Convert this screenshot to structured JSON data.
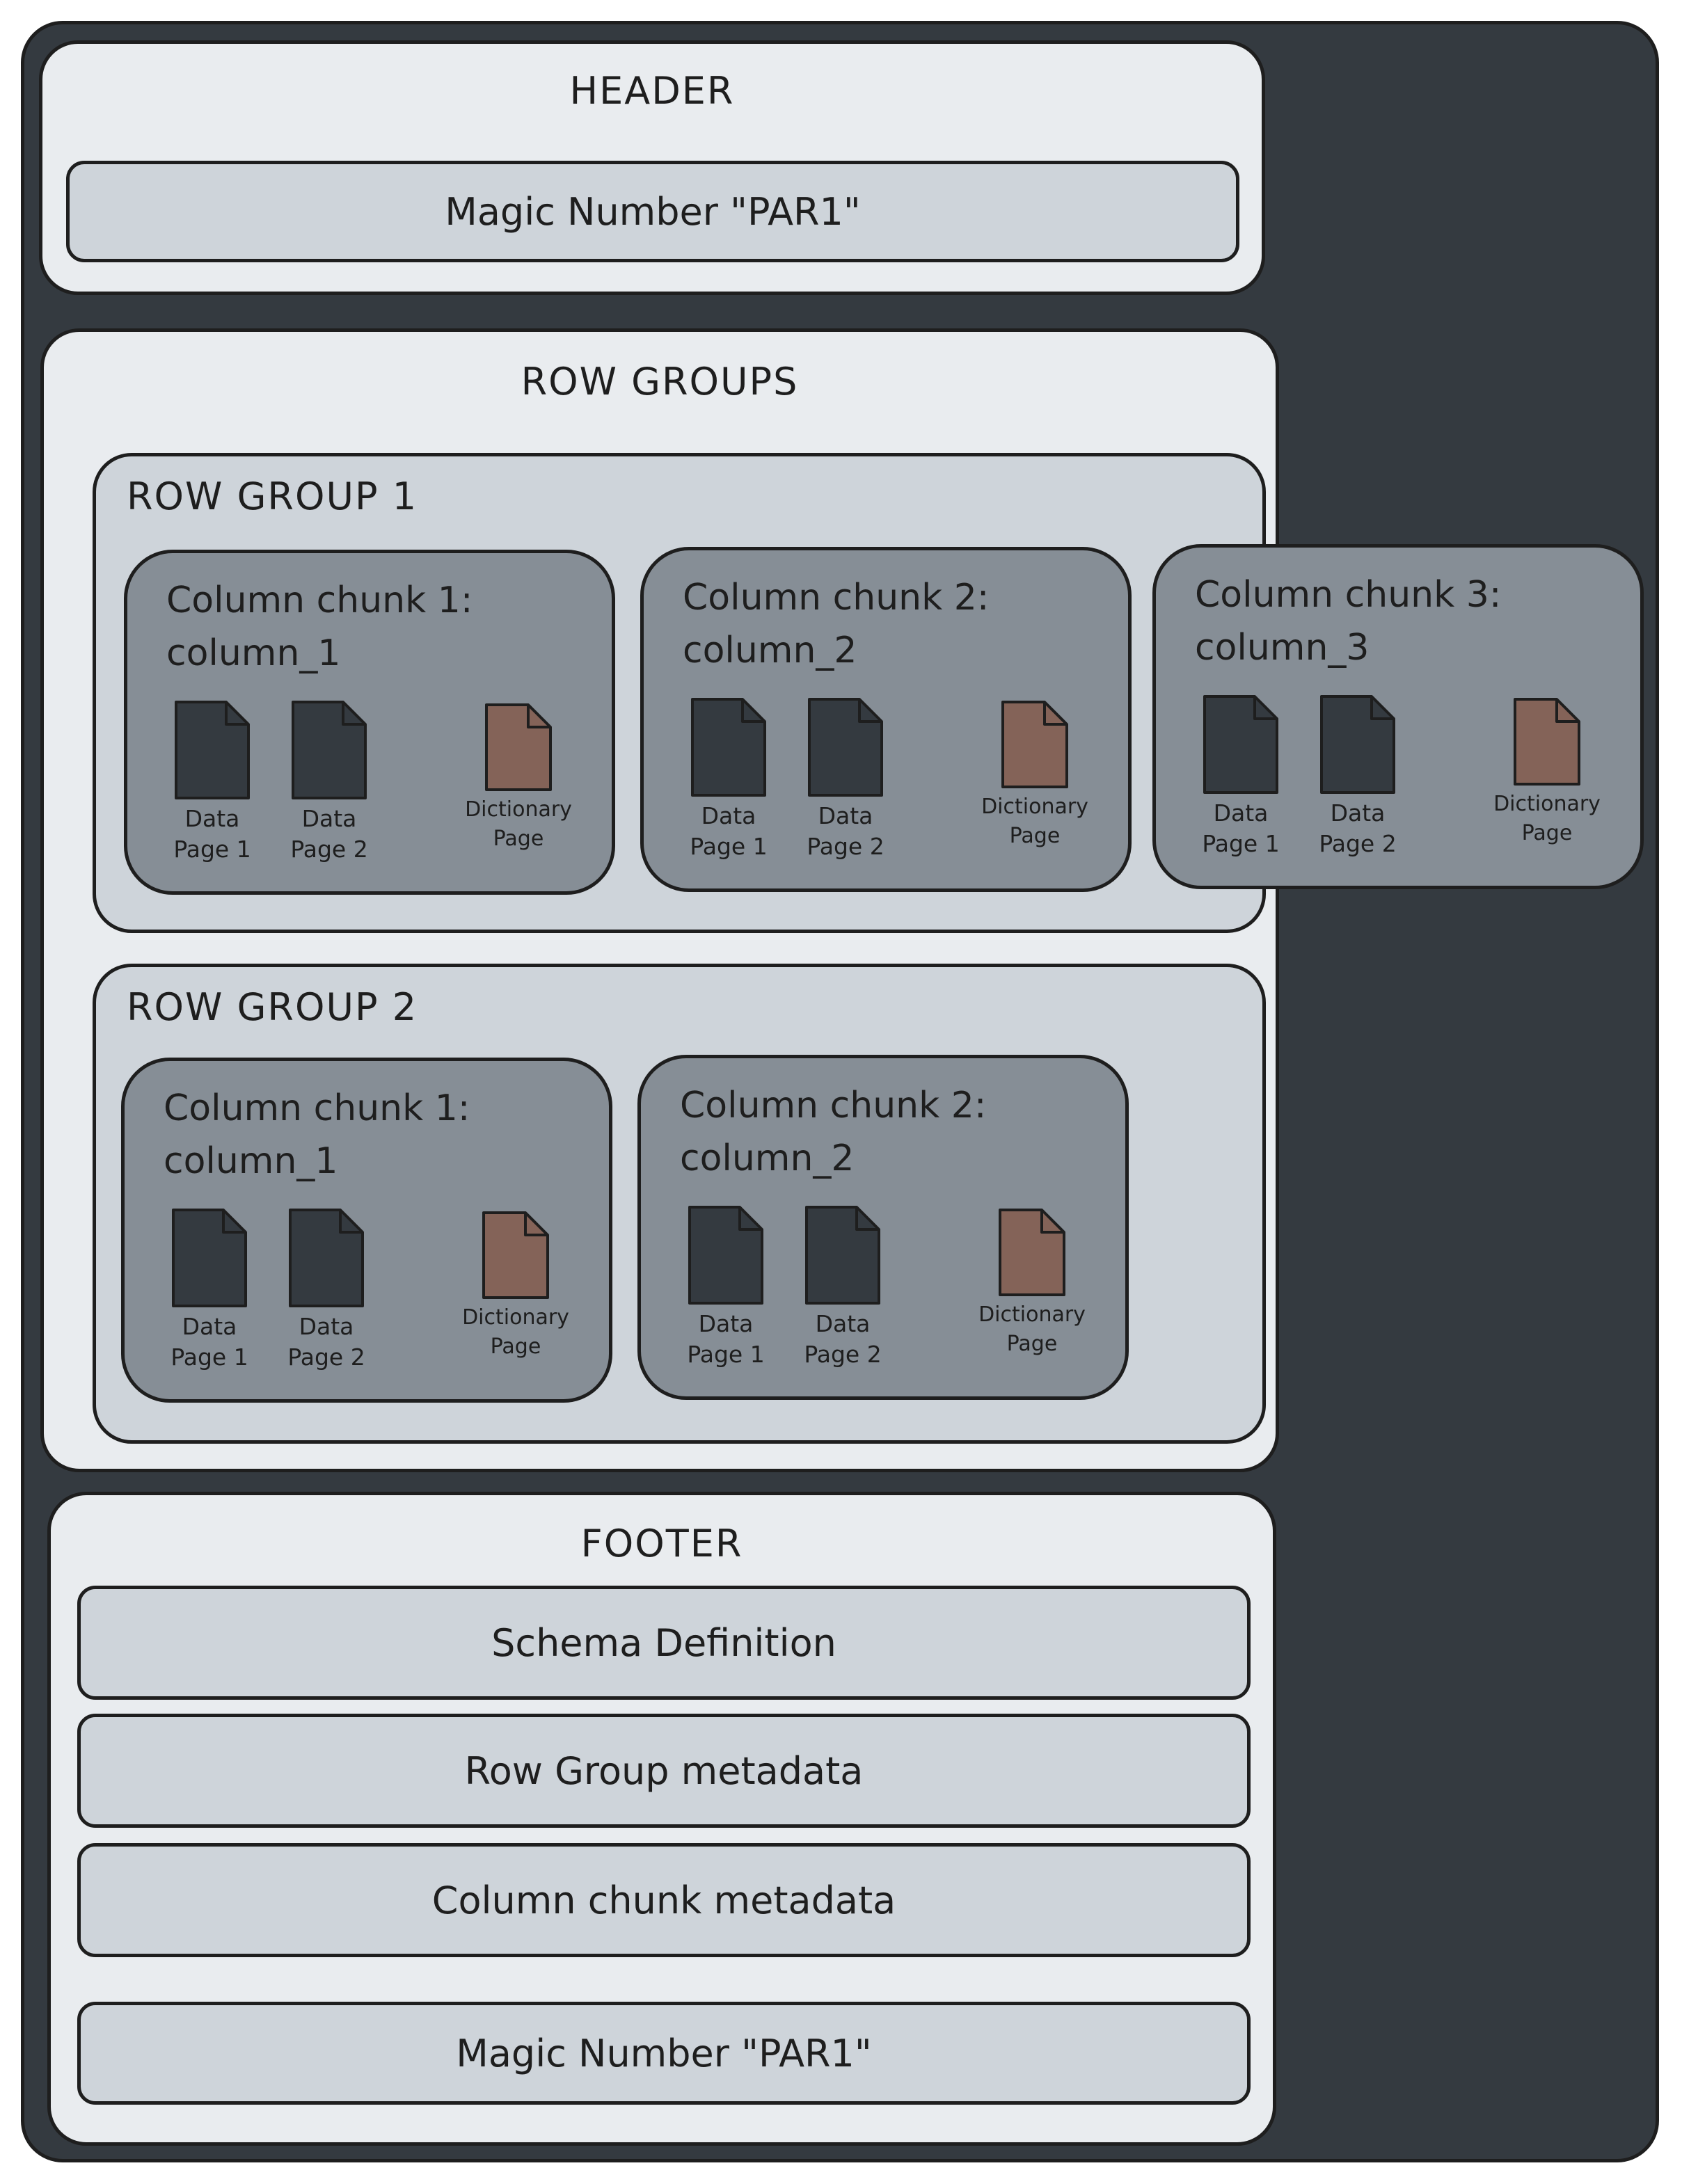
{
  "header": {
    "title": "HEADER",
    "magic": "Magic Number \"PAR1\""
  },
  "row_groups": {
    "title": "ROW GROUPS",
    "groups": [
      {
        "title": "ROW GROUP 1",
        "chunks": [
          {
            "line1": "Column chunk 1:",
            "line2": "column_1"
          },
          {
            "line1": "Column chunk 2:",
            "line2": "column_2"
          },
          {
            "line1": "Column chunk 3:",
            "line2": "column_3"
          }
        ]
      },
      {
        "title": "ROW GROUP 2",
        "chunks": [
          {
            "line1": "Column chunk 1:",
            "line2": "column_1"
          },
          {
            "line1": "Column chunk 2:",
            "line2": "column_2"
          }
        ]
      }
    ]
  },
  "pages": {
    "data1": {
      "line1": "Data",
      "line2": "Page 1"
    },
    "data2": {
      "line1": "Data",
      "line2": "Page 2"
    },
    "dict": {
      "line1": "Dictionary",
      "line2": "Page"
    }
  },
  "footer": {
    "title": "FOOTER",
    "items": [
      "Schema Definition",
      "Row Group metadata",
      "Column chunk metadata"
    ],
    "magic": "Magic Number \"PAR1\""
  },
  "colors": {
    "outer": "#343a40",
    "section": "#e9ecef",
    "bar": "#ced4da",
    "chunk": "#868e96",
    "data_page": "#343a40",
    "dictionary_page": "#846358",
    "stroke": "#1e1e1e"
  }
}
